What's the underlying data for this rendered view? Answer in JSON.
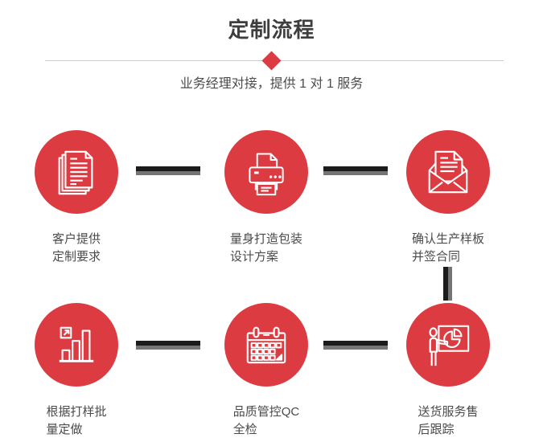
{
  "header": {
    "title": "定制流程",
    "subtitle": "业务经理对接，提供 1 对 1 服务",
    "divider_icon": "diamond-icon"
  },
  "colors": {
    "accent_red": "#dd3b42",
    "connector_dark": "#1b1b1b",
    "connector_gray": "#757575",
    "title_text": "#3e3e3e",
    "body_text": "#4b4b4b",
    "divider_line": "#cccccc",
    "background": "#ffffff",
    "icon_stroke": "#ffffff"
  },
  "steps": [
    {
      "icon": "documents-icon",
      "line1": "客户提供",
      "line2": "定制要求"
    },
    {
      "icon": "printer-icon",
      "line1": "量身打造包装",
      "line2": "设计方案"
    },
    {
      "icon": "envelope-icon",
      "line1": "确认生产样板",
      "line2": "并签合同"
    },
    {
      "icon": "bar-chart-icon",
      "line1": "根据打样批",
      "line2": "量定做"
    },
    {
      "icon": "calendar-icon",
      "line1": "品质管控QC",
      "line2": "全检"
    },
    {
      "icon": "presentation-icon",
      "line1": "送货服务售",
      "line2": "后跟踪"
    }
  ]
}
